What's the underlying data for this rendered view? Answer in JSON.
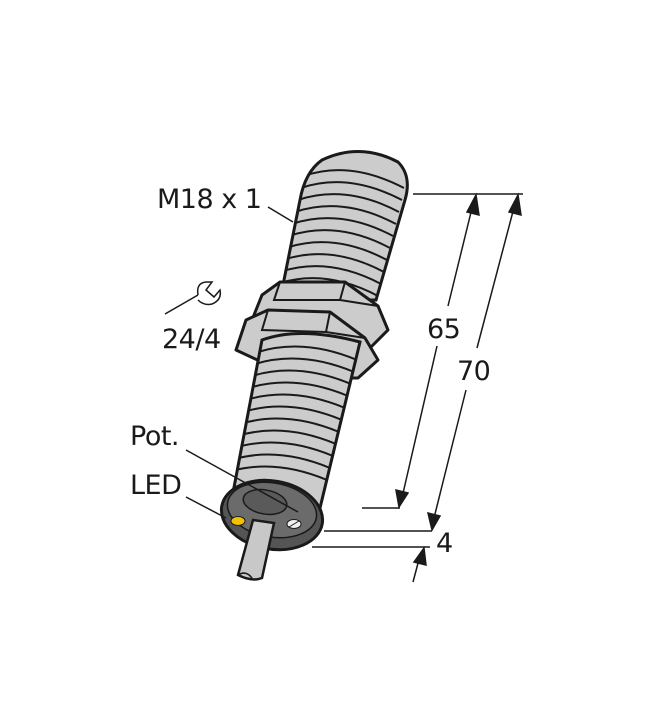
{
  "diagram": {
    "subject": "M18 cylindrical threaded sensor with potentiometer and LED, cable exit",
    "labels": {
      "thread": "M18 x 1",
      "wrench": "24/4",
      "pot": "Pot.",
      "led": "LED"
    },
    "dimensions": {
      "thread_length": "65",
      "total_length": "70",
      "end_cap": "4"
    },
    "icons": {
      "wrench": "wrench-icon"
    },
    "colors": {
      "body": "#cccccc",
      "outline": "#1a1a1a",
      "end_cap": "#555555",
      "end_cap_face": "#6b6b6b",
      "led": "#f2c200",
      "pot_screw": "#f0f0f0",
      "cable": "#c8c8c8"
    }
  }
}
